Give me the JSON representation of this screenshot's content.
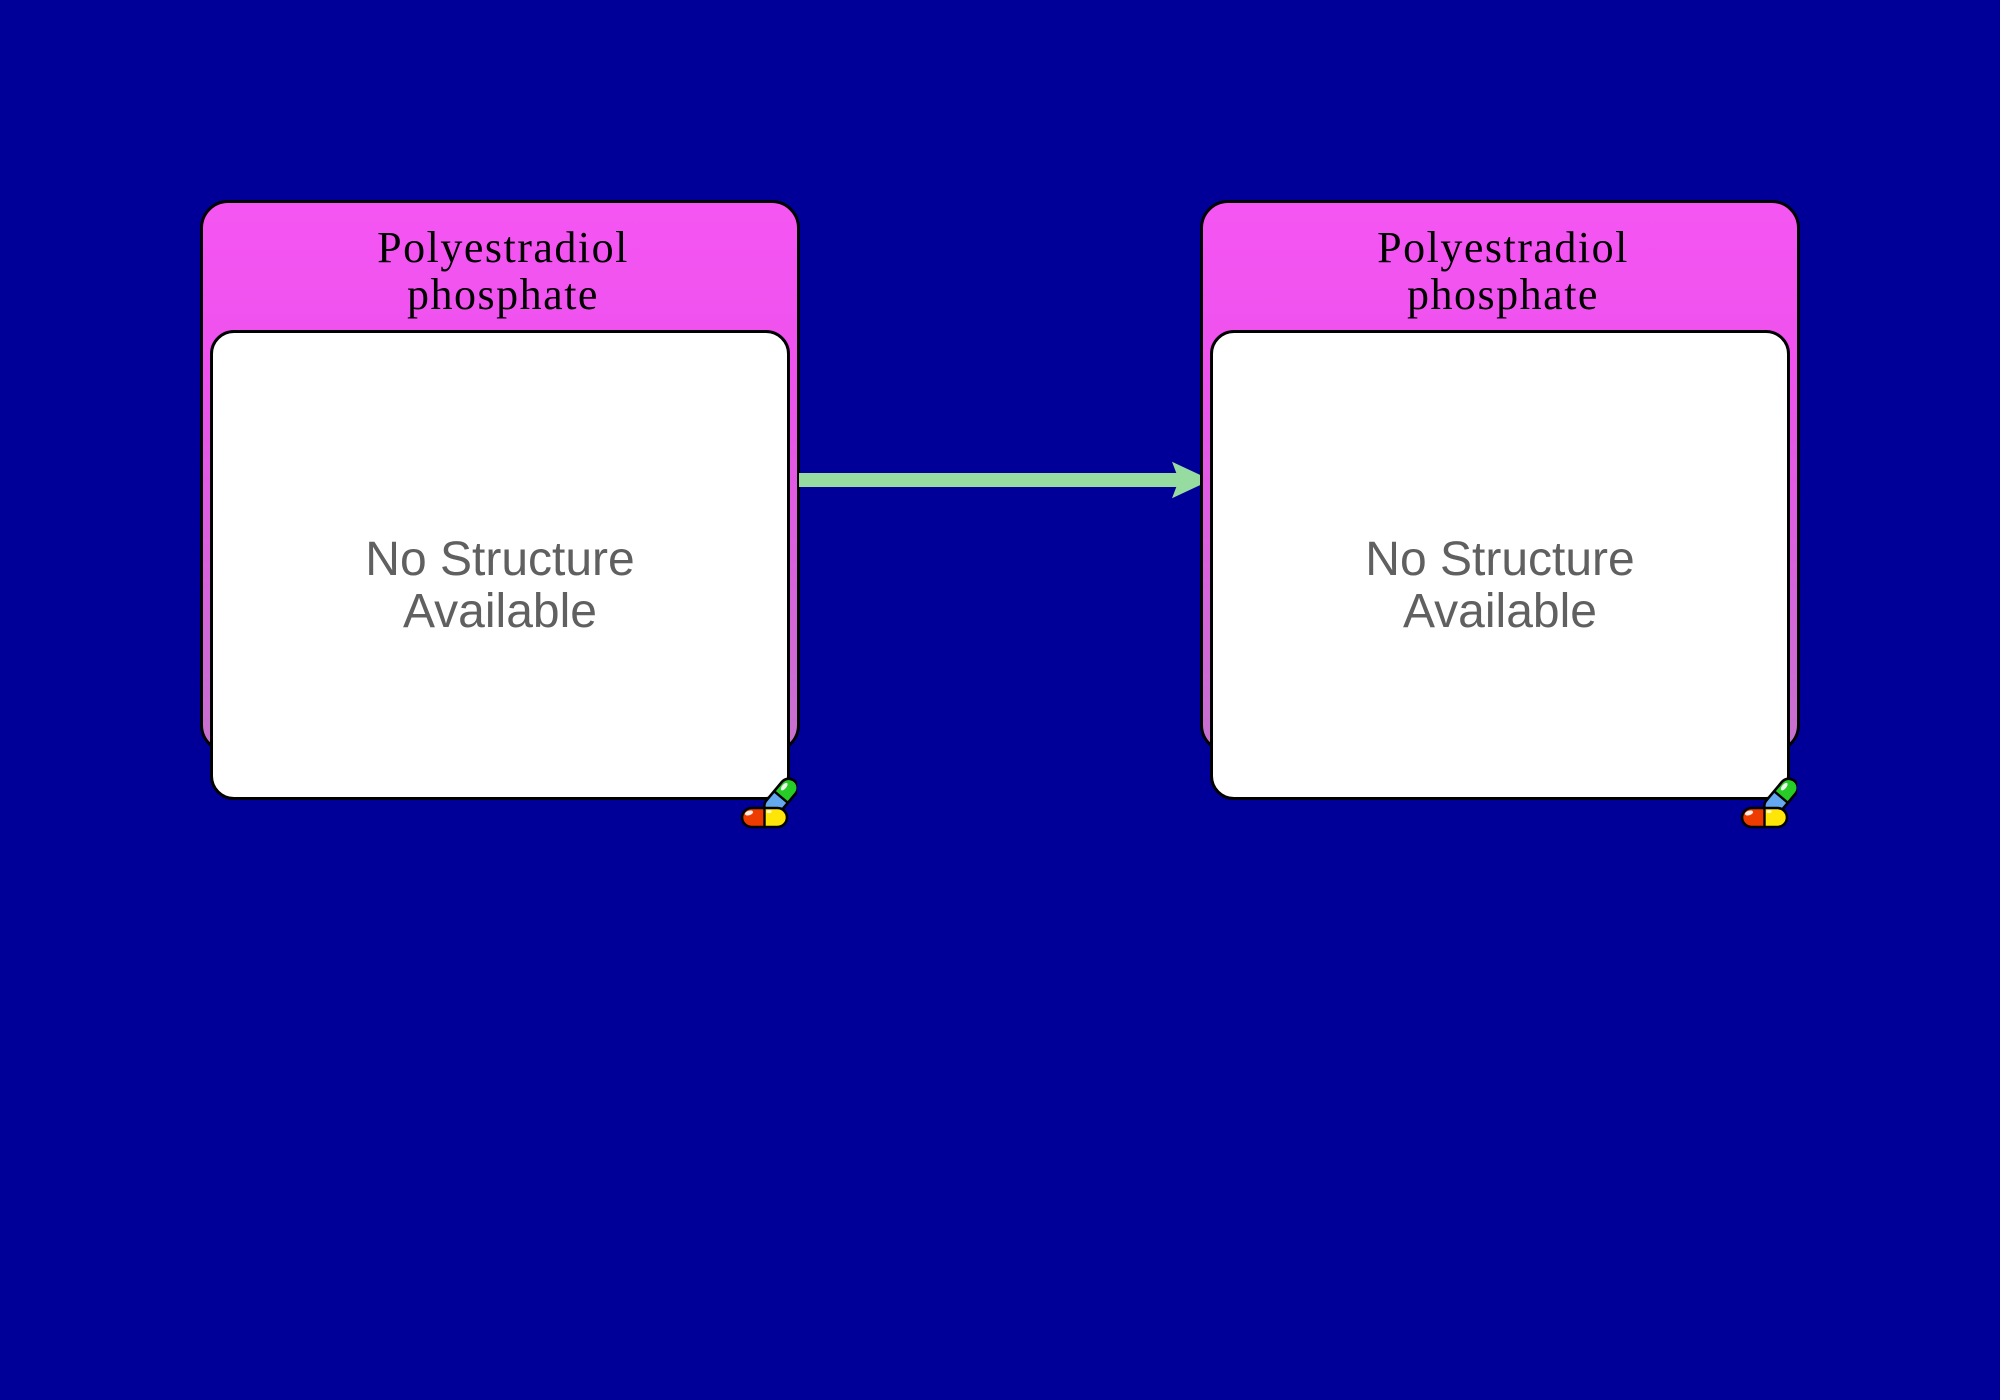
{
  "diagram_type": "drug-reaction-pathway",
  "colors": {
    "background": "#000099",
    "node_header_top": "#F556F3",
    "node_header_mid": "#EE51ED",
    "node_header_bottom": "#C671CE",
    "outline_black": "#000000",
    "panel_white": "#FFFFFF",
    "title_text": "#000000",
    "body_text_gray": "#606060",
    "arrow_green": "#96DCA0",
    "pill_red": "#EE3B00",
    "pill_yellow": "#FFE608",
    "pill_green": "#27CC27",
    "pill_blue": "#64A8F0"
  },
  "arrow": {
    "direction": "right"
  },
  "nodes": [
    {
      "title": "Polyestradiol phosphate",
      "structure_text": "No Structure Available",
      "icon": "pills-icon"
    },
    {
      "title": "Polyestradiol phosphate",
      "structure_text": "No Structure Available",
      "icon": "pills-icon"
    }
  ]
}
